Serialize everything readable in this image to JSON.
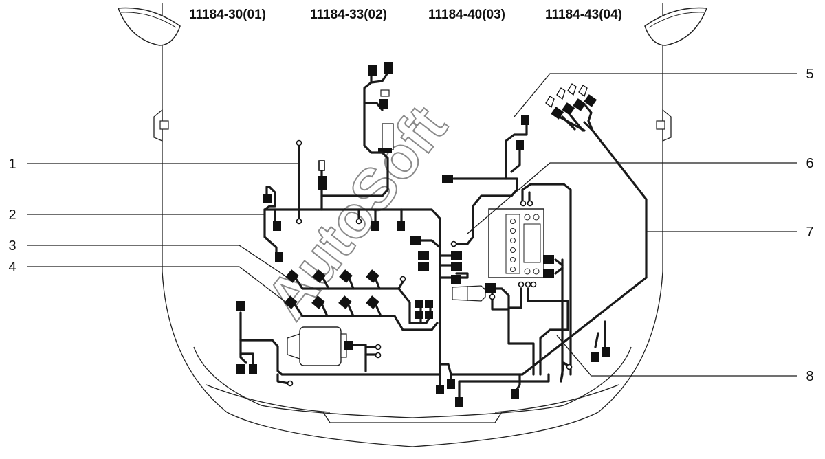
{
  "header": {
    "codes": [
      "11184-30(01)",
      "11184-33(02)",
      "11184-40(03)",
      "11184-43(04)"
    ]
  },
  "callouts": [
    "1",
    "2",
    "3",
    "4",
    "5",
    "6",
    "7",
    "8"
  ],
  "watermark": "AutoSoft"
}
